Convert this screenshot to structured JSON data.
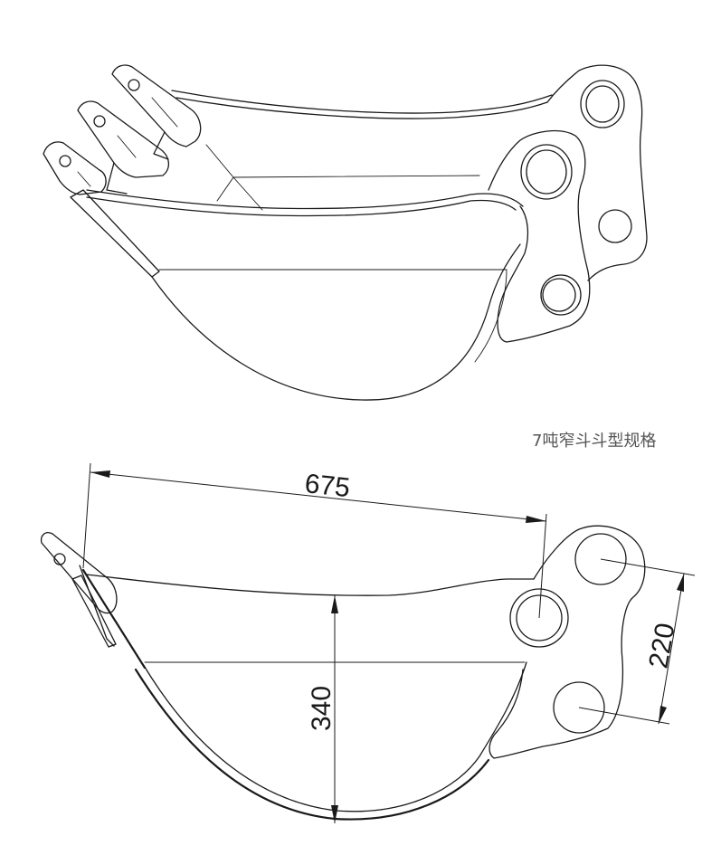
{
  "caption": "7吨窄斗斗型规格",
  "dimensions": {
    "width": "675",
    "depth": "340",
    "pin_spacing": "220"
  }
}
